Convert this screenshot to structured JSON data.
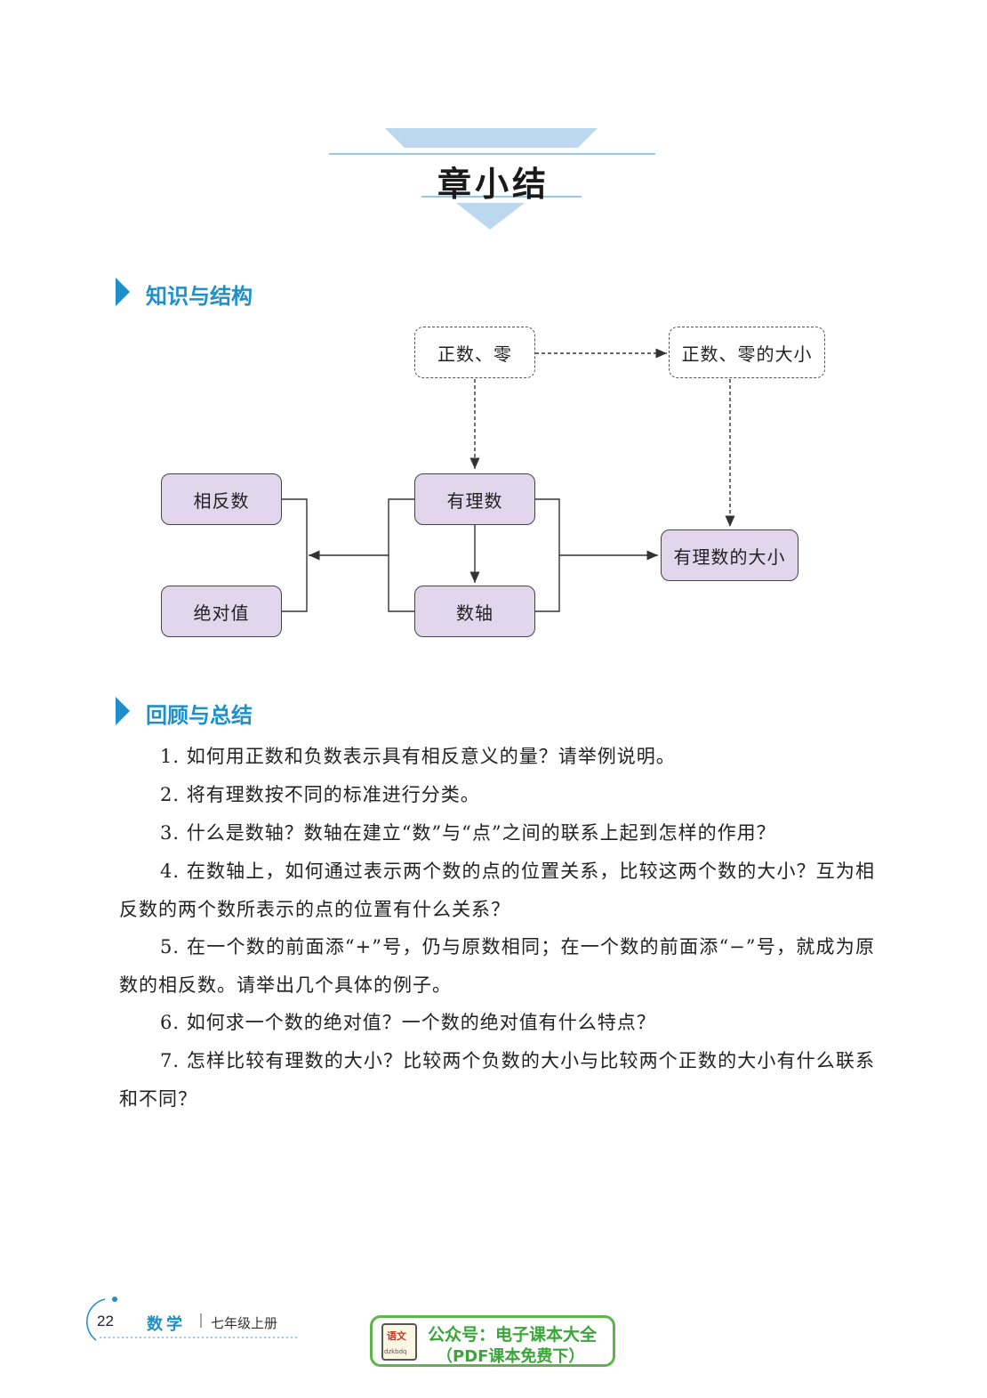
{
  "chapter_title": "章小结",
  "sections": {
    "structure": "知识与结构",
    "review": "回顾与总结"
  },
  "diagram": {
    "node_positive_zero": "正数、零",
    "node_positive_zero_size": "正数、零的大小",
    "node_opposite": "相反数",
    "node_absolute": "绝对值",
    "node_rational": "有理数",
    "node_number_line": "数轴",
    "node_rational_size": "有理数的大小"
  },
  "questions": [
    "1. 如何用正数和负数表示具有相反意义的量？请举例说明。",
    "2. 将有理数按不同的标准进行分类。",
    "3. 什么是数轴？数轴在建立“数”与“点”之间的联系上起到怎样的作用？",
    "4. 在数轴上，如何通过表示两个数的点的位置关系，比较这两个数的大小？互为相反数的两个数所表示的点的位置有什么关系？",
    "5. 在一个数的前面添“+”号，仍与原数相同；在一个数的前面添“−”号，就成为原数的相反数。请举出几个具体的例子。",
    "6. 如何求一个数的绝对值？一个数的绝对值有什么特点？",
    "7. 怎样比较有理数的大小？比较两个负数的大小与比较两个正数的大小有什么联系和不同？"
  ],
  "footer": {
    "page_number": "22",
    "subject": "数学",
    "grade": "七年级上册"
  },
  "promo": {
    "line1": "公众号：电子课本大全",
    "line2": "（PDF课本免费下）",
    "icon_text": "语文",
    "icon_caption": "dzkbdq"
  },
  "colors": {
    "accent": "#1f8fc9",
    "banner_blue": "#bcd8f0",
    "node_fill": "#e2d6ec",
    "promo_green": "#3aa63a"
  }
}
